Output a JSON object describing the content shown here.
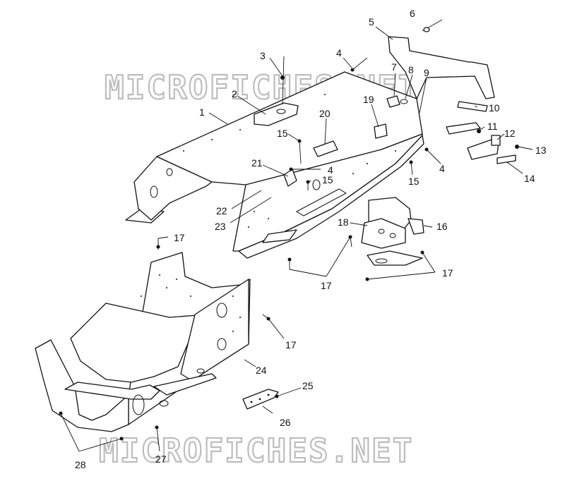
{
  "watermark": {
    "top": "MICROFICHES.NET",
    "bottom": "MICROFICHES.NET"
  },
  "callouts": [
    {
      "id": "c1",
      "label": "1"
    },
    {
      "id": "c2",
      "label": "2"
    },
    {
      "id": "c3",
      "label": "3"
    },
    {
      "id": "c4a",
      "label": "4"
    },
    {
      "id": "c4b",
      "label": "4"
    },
    {
      "id": "c4c",
      "label": "4"
    },
    {
      "id": "c5",
      "label": "5"
    },
    {
      "id": "c6",
      "label": "6"
    },
    {
      "id": "c7",
      "label": "7"
    },
    {
      "id": "c8",
      "label": "8"
    },
    {
      "id": "c9",
      "label": "9"
    },
    {
      "id": "c10",
      "label": "10"
    },
    {
      "id": "c11",
      "label": "11"
    },
    {
      "id": "c12",
      "label": "12"
    },
    {
      "id": "c13",
      "label": "13"
    },
    {
      "id": "c14",
      "label": "14"
    },
    {
      "id": "c15a",
      "label": "15"
    },
    {
      "id": "c15b",
      "label": "15"
    },
    {
      "id": "c15c",
      "label": "15"
    },
    {
      "id": "c16",
      "label": "16"
    },
    {
      "id": "c17a",
      "label": "17"
    },
    {
      "id": "c17b",
      "label": "17"
    },
    {
      "id": "c17c",
      "label": "17"
    },
    {
      "id": "c17d",
      "label": "17"
    },
    {
      "id": "c18",
      "label": "18"
    },
    {
      "id": "c19",
      "label": "19"
    },
    {
      "id": "c20",
      "label": "20"
    },
    {
      "id": "c21",
      "label": "21"
    },
    {
      "id": "c22",
      "label": "22"
    },
    {
      "id": "c23",
      "label": "23"
    },
    {
      "id": "c24",
      "label": "24"
    },
    {
      "id": "c25",
      "label": "25"
    },
    {
      "id": "c26",
      "label": "26"
    },
    {
      "id": "c27",
      "label": "27"
    },
    {
      "id": "c28",
      "label": "28"
    }
  ]
}
